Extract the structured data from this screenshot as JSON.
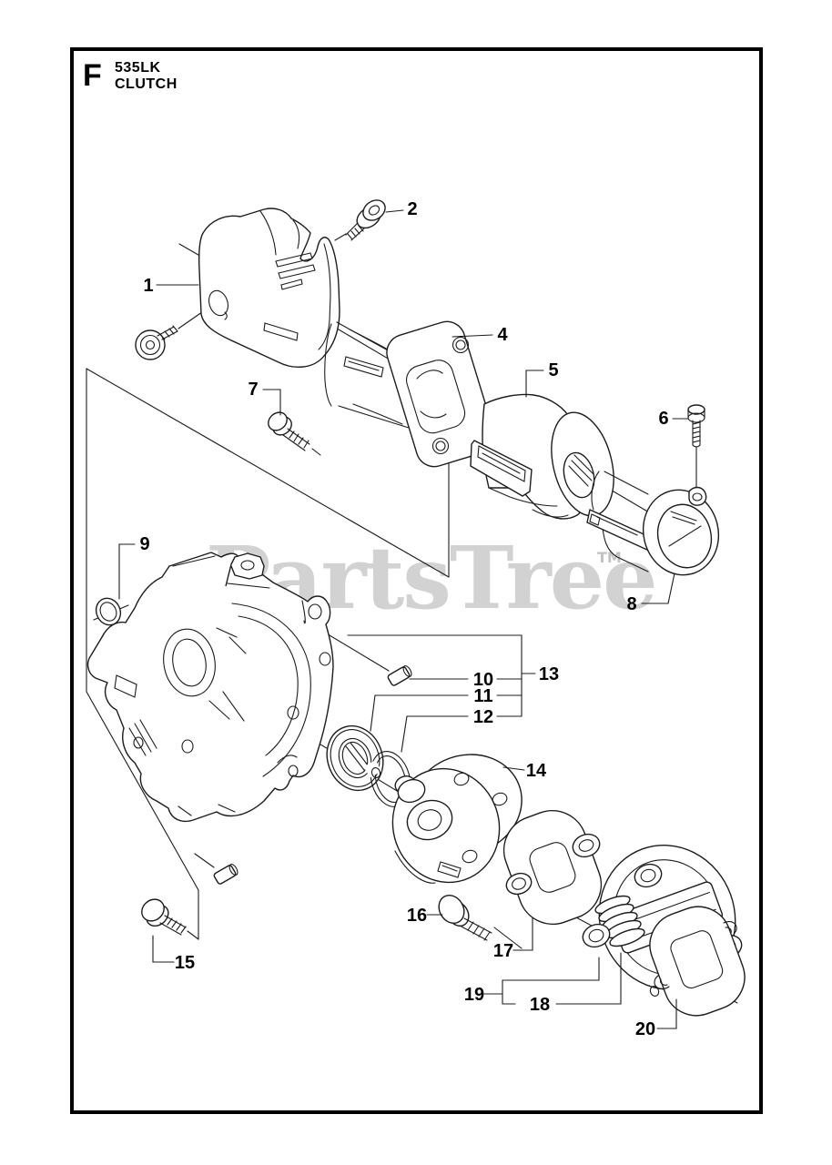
{
  "header": {
    "section_letter": "F",
    "model": "535LK",
    "section_name": "CLUTCH"
  },
  "watermark": {
    "text": "PartsTree",
    "tm": "TM"
  },
  "colors": {
    "line": "#1c1c1c",
    "label": "#000000",
    "watermark": "#d2d2d2",
    "border": "#000000",
    "background": "#ffffff"
  },
  "callouts": [
    "1",
    "2",
    "4",
    "5",
    "6",
    "7",
    "8",
    "9",
    "10",
    "11",
    "12",
    "13",
    "14",
    "15",
    "16",
    "17",
    "18",
    "19",
    "20"
  ]
}
